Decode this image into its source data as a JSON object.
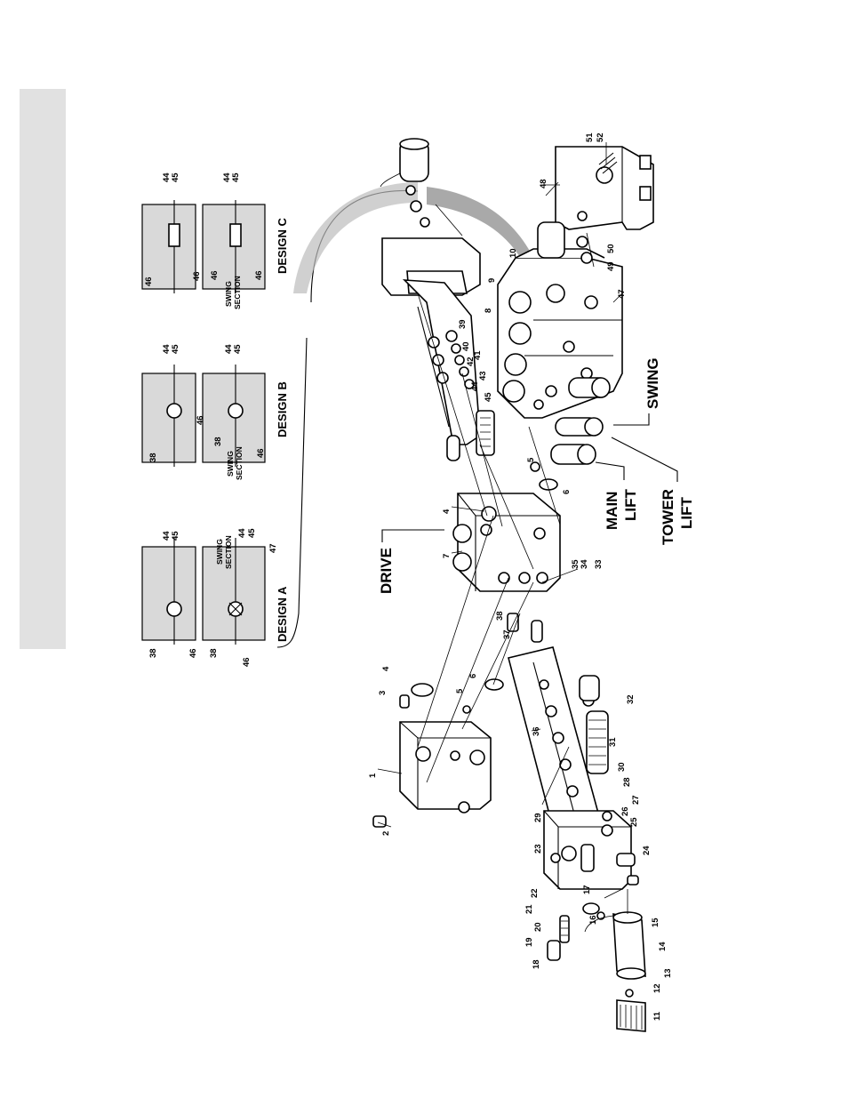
{
  "labels": {
    "drive": "DRIVE",
    "swing": "SWING",
    "main_lift_1": "MAIN",
    "main_lift_2": "LIFT",
    "tower_lift_1": "TOWER",
    "tower_lift_2": "LIFT",
    "design_a": "DESIGN A",
    "design_b": "DESIGN B",
    "design_c": "DESIGN C",
    "swing_section_1": "SWING",
    "swing_section_2": "SECTION"
  },
  "part_numbers": {
    "n1": "1",
    "n2": "2",
    "n3": "3",
    "n4": "4",
    "n5": "5",
    "n6": "6",
    "n7": "7",
    "n8": "8",
    "n9": "9",
    "n10": "10",
    "n11": "11",
    "n12": "12",
    "n13": "13",
    "n14": "14",
    "n15": "15",
    "n16": "16",
    "n17": "17",
    "n18": "18",
    "n19": "19",
    "n20": "20",
    "n21": "21",
    "n22": "22",
    "n23": "23",
    "n24": "24",
    "n25": "25",
    "n26": "26",
    "n27": "27",
    "n28": "28",
    "n29": "29",
    "n30": "30",
    "n31": "31",
    "n32": "32",
    "n33": "33",
    "n34": "34",
    "n35": "35",
    "n36": "36",
    "n37": "37",
    "n38": "38",
    "n39": "39",
    "n40": "40",
    "n41": "41",
    "n42": "42",
    "n43": "43",
    "n44": "44",
    "n45": "45",
    "n46": "46",
    "n47": "47",
    "n48": "48",
    "n49": "49",
    "n50": "50",
    "n51": "51",
    "n52": "52"
  }
}
